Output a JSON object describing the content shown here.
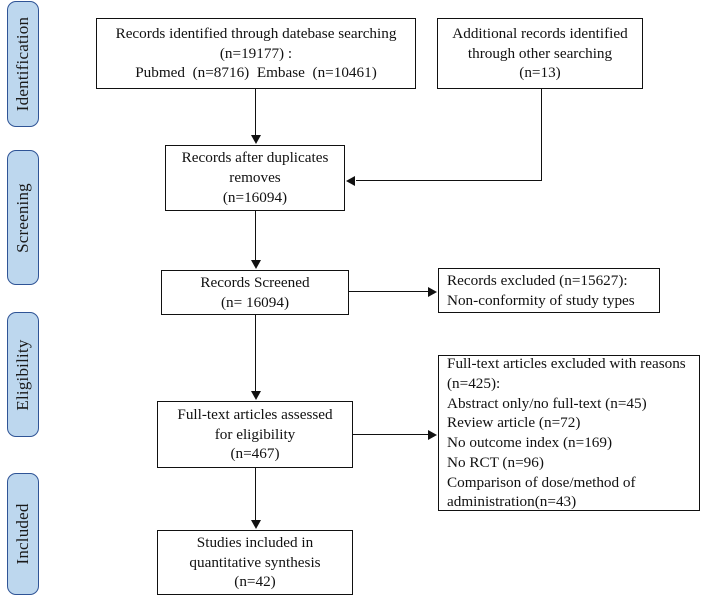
{
  "diagram": {
    "title": "PRISMA study selection flow diagram",
    "type": "flowchart",
    "accent_color": "#bdd7ee",
    "accent_border_color": "#2f5496",
    "line_color": "#111111",
    "background_color": "#ffffff"
  },
  "stages": [
    {
      "id": "identification",
      "label": "Identification"
    },
    {
      "id": "screening",
      "label": "Screening"
    },
    {
      "id": "eligibility",
      "label": "Eligibility"
    },
    {
      "id": "included",
      "label": "Included"
    }
  ],
  "boxes": {
    "database_search": {
      "id": "records-identified-database",
      "lines": [
        "Records identified through datebase searching",
        "(n=19177) :",
        "Pubmed  (n=8716)  Embase  (n=10461)"
      ],
      "total": 19177,
      "pubmed": 8716,
      "embase": 10461
    },
    "other_search": {
      "id": "additional-records-other-sources",
      "lines": [
        "Additional records identified",
        "through other searching",
        "(n=13)"
      ],
      "count": 13
    },
    "after_duplicates": {
      "id": "records-after-duplicates",
      "lines": [
        "Records after duplicates",
        "removes",
        "(n=16094)"
      ],
      "count": 16094
    },
    "screened": {
      "id": "records-screened",
      "lines": [
        "Records Screened",
        "(n= 16094)"
      ],
      "count": 16094
    },
    "records_excluded": {
      "id": "records-excluded",
      "lines": [
        "Records excluded (n=15627):",
        "Non-conformity of study types"
      ],
      "count": 15627
    },
    "fulltext_assessed": {
      "id": "fulltext-assessed",
      "lines": [
        "Full-text articles assessed",
        "for eligibility",
        "(n=467)"
      ],
      "count": 467
    },
    "fulltext_excluded": {
      "id": "fulltext-excluded-with-reasons",
      "lines": [
        "Full-text articles excluded with reasons",
        "(n=425):",
        "Abstract only/no full-text (n=45)",
        "Review article (n=72)",
        "No outcome index (n=169)",
        "No RCT (n=96)",
        "Comparison of dose/method of",
        "administration(n=43)"
      ],
      "total": 425,
      "reasons": [
        {
          "label": "Abstract only/no full-text",
          "count": 45
        },
        {
          "label": "Review article",
          "count": 72
        },
        {
          "label": "No outcome index",
          "count": 169
        },
        {
          "label": "No RCT",
          "count": 96
        },
        {
          "label": "Comparison of dose/method of administration",
          "count": 43
        }
      ]
    },
    "included_studies": {
      "id": "studies-included-quantitative-synthesis",
      "lines": [
        "Studies included in",
        "quantitative synthesis",
        "(n=42)"
      ],
      "count": 42
    }
  }
}
